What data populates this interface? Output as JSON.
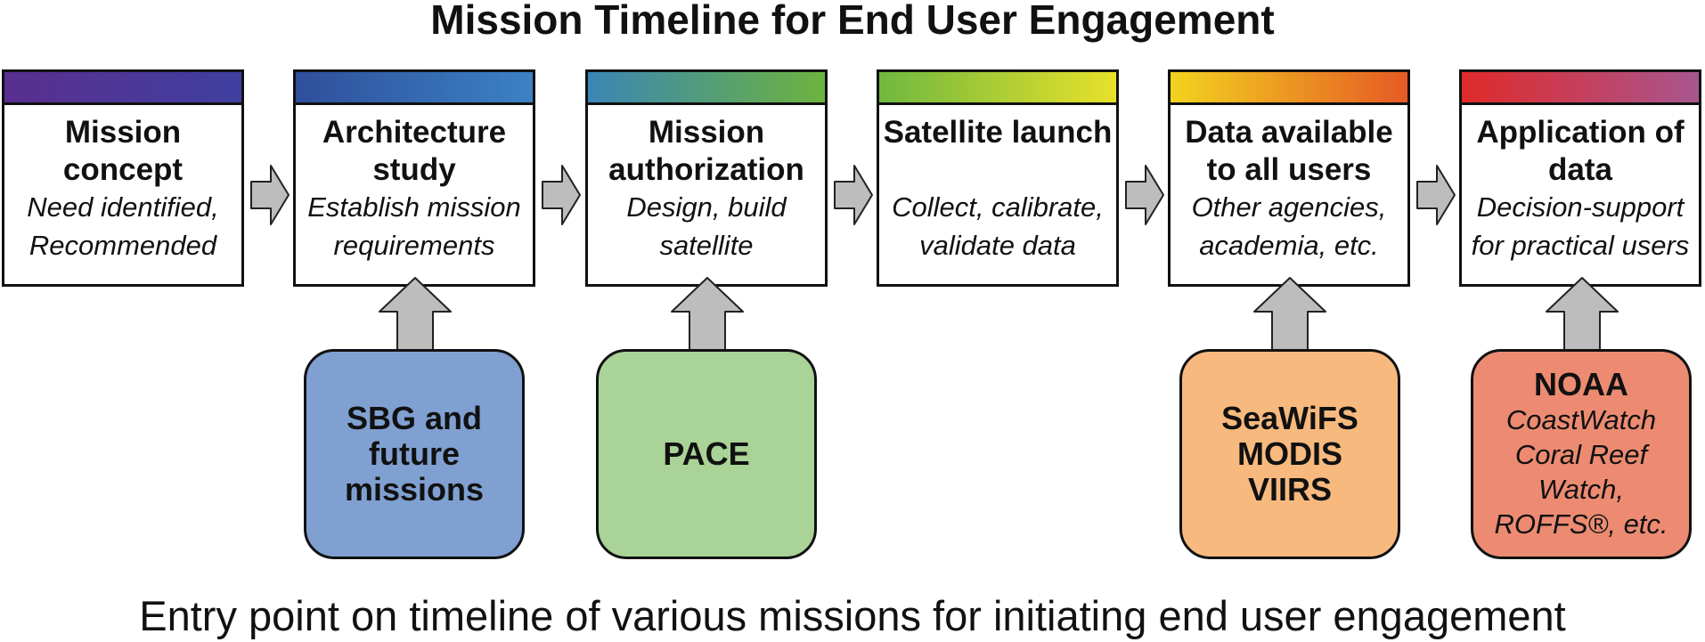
{
  "diagram": {
    "title": "Mission Timeline for End User Engagement",
    "caption": "Entry point on timeline of various missions for initiating end user engagement",
    "stages": [
      {
        "title": "Mission\nconcept",
        "subtitle": "Need identified,\nRecommended",
        "bar_colors": [
          "#5a2f8f",
          "#3f3fa0"
        ]
      },
      {
        "title": "Architecture\nstudy",
        "subtitle": "Establish mission\nrequirements",
        "bar_colors": [
          "#2f4f9c",
          "#3b82c4"
        ]
      },
      {
        "title": "Mission\nauthorization",
        "subtitle": "Design, build\nsatellite",
        "bar_colors": [
          "#3a86b5",
          "#6db33f"
        ]
      },
      {
        "title": "Satellite launch",
        "subtitle": "Collect, calibrate,\nvalidate data",
        "bar_colors": [
          "#6fb83f",
          "#e8e12a"
        ]
      },
      {
        "title": "Data available\nto all users",
        "subtitle": "Other agencies,\nacademia, etc.",
        "bar_colors": [
          "#f2d31f",
          "#e65a24"
        ]
      },
      {
        "title": "Application of\ndata",
        "subtitle": "Decision-support\nfor practical users",
        "bar_colors": [
          "#e02a2a",
          "#a8568f"
        ]
      }
    ],
    "missions": [
      {
        "name": "SBG and\nfuture\nmissions",
        "description": "",
        "color": "#7fa0d1"
      },
      {
        "name": "PACE",
        "description": "",
        "color": "#a9d397"
      },
      {
        "name": "SeaWiFS\nMODIS\nVIIRS",
        "description": "",
        "color": "#f7b97e"
      },
      {
        "name": "NOAA",
        "description": "CoastWatch\nCoral Reef Watch,\nROFFS®, etc.",
        "color": "#ec8b72"
      }
    ],
    "arrow_color": "#bdbdbd"
  }
}
